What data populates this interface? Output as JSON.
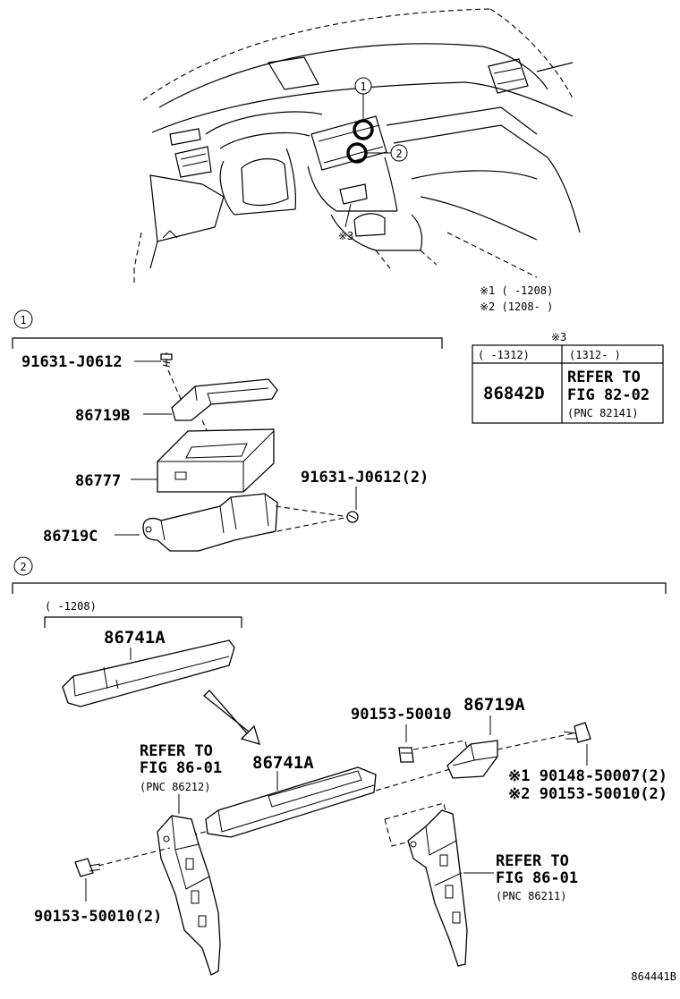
{
  "callouts": {
    "one": "1",
    "two": "2",
    "three": "※3"
  },
  "notes": {
    "n1": "※1 (      -1208)",
    "n2": "※2 (1208-      )"
  },
  "table": {
    "title": "※3",
    "col1_header": "(      -1312)",
    "col2_header": "(1312-      )",
    "col1_value": "86842D",
    "col2_lines": [
      "REFER TO",
      "FIG 82-02",
      "(PNC 82141)"
    ]
  },
  "section1": {
    "label": "1",
    "parts": {
      "screw_top": "91631-J0612",
      "bracket_b": "86719B",
      "unit": "86777",
      "screw_right": "91631-J0612(2)",
      "bracket_c": "86719C"
    }
  },
  "section2": {
    "label": "2",
    "date_range": "(      -1208)",
    "parts": {
      "panel_old": "86741A",
      "panel_new": "86741A",
      "screw_top": "90153-50010",
      "bracket_a": "86719A",
      "screw_right_1": "※1 90148-50007(2)",
      "screw_right_2": "※2 90153-50010(2)",
      "screw_left": "90153-50010(2)"
    },
    "ref_left": [
      "REFER TO",
      "FIG 86-01",
      "(PNC 86212)"
    ],
    "ref_right": [
      "REFER TO",
      "FIG 86-01",
      "(PNC 86211)"
    ]
  },
  "figure_id": "864441B"
}
